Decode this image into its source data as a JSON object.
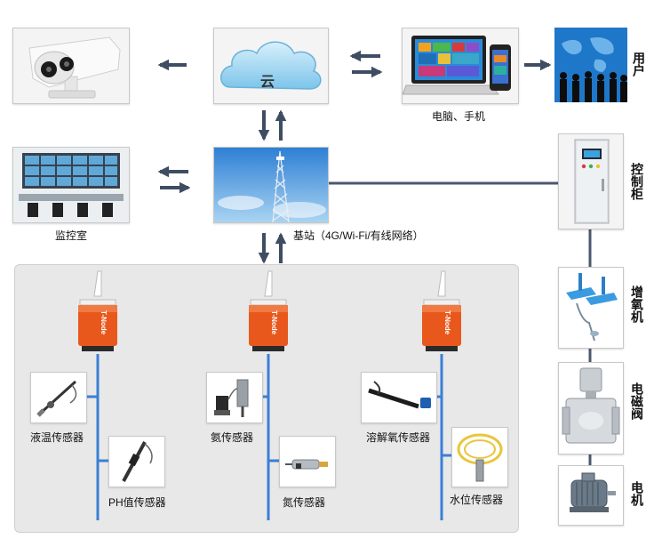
{
  "nodes": {
    "cloud": "云",
    "devices": "电脑、手机",
    "users": [
      "用",
      "户"
    ],
    "monitor_room": "监控室",
    "base_station": "基站（4G/Wi-Fi/有线网络）",
    "control_cabinet": [
      "控",
      "制",
      "柜"
    ],
    "aerator": [
      "增",
      "氧",
      "机"
    ],
    "solenoid_valve": [
      "电",
      "磁",
      "阀"
    ],
    "motor": [
      "电",
      "机"
    ]
  },
  "node_brand": "T-Node",
  "sensors": {
    "liquid_temp": "液温传感器",
    "ph": "PH值传感器",
    "ammonia": "氨传感器",
    "nitrogen": "氮传感器",
    "dissolved_oxygen": "溶解氧传感器",
    "water_level": "水位传感器"
  },
  "colors": {
    "arrow": "#3f4d63",
    "bus": "#3b7fd6",
    "line": "#4a5870",
    "node_orange": "#e8581c"
  },
  "icons": [
    "security-camera-icon",
    "cloud-icon",
    "laptop-phone-icon",
    "users-world-icon",
    "monitor-room-icon",
    "tower-icon",
    "cabinet-icon",
    "aerator-icon",
    "valve-icon",
    "motor-icon",
    "t-node-icon"
  ]
}
